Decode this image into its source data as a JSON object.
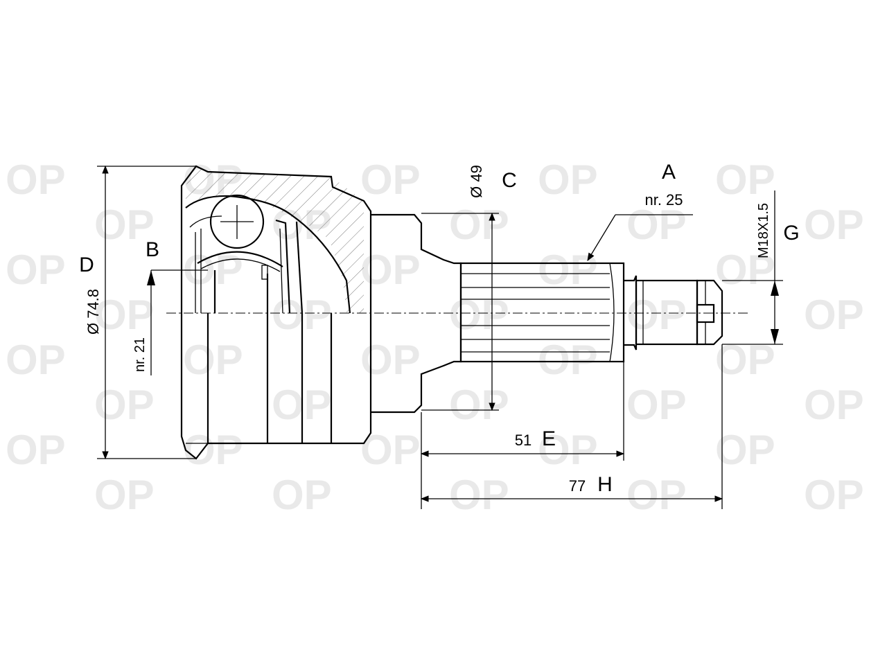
{
  "watermark": {
    "text": "OP"
  },
  "labels": {
    "a_letter": "A",
    "a_value": "nr. 25",
    "b_letter": "B",
    "b_value": "nr. 21",
    "c_letter": "C",
    "c_value": "Ø 49",
    "d_letter": "D",
    "d_value": "Ø 74.8",
    "e_letter": "E",
    "e_value": "51",
    "g_letter": "G",
    "g_value": "M18X1.5",
    "h_letter": "H",
    "h_value": "77"
  }
}
